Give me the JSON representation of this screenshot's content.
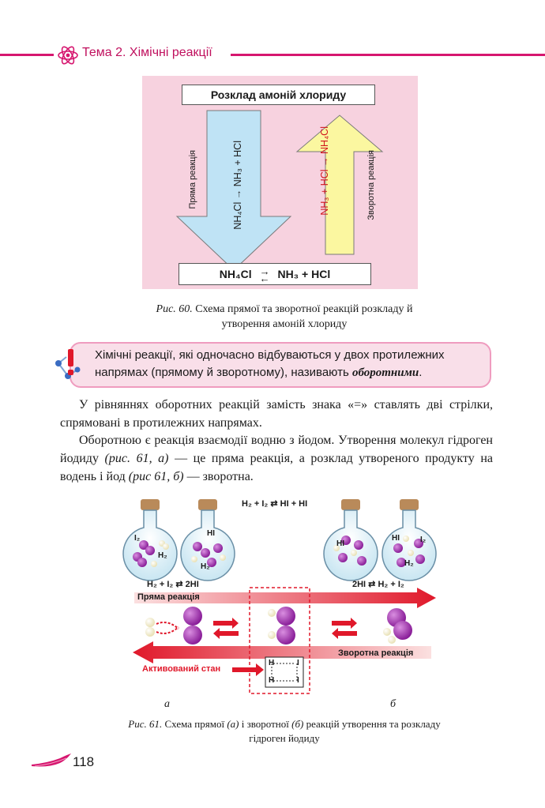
{
  "header": {
    "title": "Тема 2. Хімічні реакції"
  },
  "figure60": {
    "title": "Розклад амоній хлориду",
    "forward_label": "Пряма реакція",
    "reverse_label": "Зворотна реакція",
    "forward_equation": "NH₄Cl → NH₃ + HCl",
    "reverse_equation": "NH₃ + HCl → NH₄Cl",
    "bottom_equation_left": "NH₄Cl",
    "bottom_equation_right": "NH₃ + HCl",
    "caption_prefix": "Рис. 60.",
    "caption_text": "Схема прямої та зворотної реакцій розкладу й утворення амоній хлориду"
  },
  "definition": {
    "text_before": "Хімічні реакції, які одночасно відбуваються у двох протилежних напрямах (прямому й зворотному), називають ",
    "bold": "оборотними",
    "text_after": "."
  },
  "paragraphs": {
    "p1": "У рівняннях оборотних реакцій замість знака «=» ставлять дві стрілки, спрямовані в протилежних напрямах.",
    "p2_a": "Оборотною є реакція взаємодії водню з йодом. Утворення молекул гідроген йодиду ",
    "p2_ref1": "(рис. 61, а)",
    "p2_b": " — це пряма реакція, а розклад утвореного продукту на водень і йод ",
    "p2_ref2": "(рис 61, б)",
    "p2_c": " — зворотна."
  },
  "figure61": {
    "top_equation": "H₂ + I₂ ⇄ HI + HI",
    "left_equation": "H₂ + I₂ ⇄ 2HI",
    "right_equation": "2HI ⇄ H₂ + I₂",
    "forward_label": "Пряма реакція",
    "reverse_label": "Зворотна реакція",
    "activated_label": "Активований стан",
    "flask_labels": [
      "I₂",
      "H₂",
      "HI",
      "H₂",
      "HI",
      "HI",
      "I₂",
      "H₂"
    ],
    "activated_h": "H",
    "activated_i": "I",
    "label_a": "а",
    "label_b": "б",
    "caption_prefix": "Рис. 61.",
    "caption_text_1": " Схема прямої ",
    "caption_a": "(а)",
    "caption_text_2": " і зворотної ",
    "caption_b": "(б)",
    "caption_text_3": " реакцій утворення та розкладу гідроген йодиду"
  },
  "footer": {
    "page_number": "118"
  },
  "colors": {
    "accent": "#d6166f",
    "pink_bg": "#f7d2df",
    "blue_arrow": "#bfe3f5",
    "yellow_arrow": "#fbf7a0",
    "red": "#e0182a",
    "purple": "#9a2aa8"
  }
}
